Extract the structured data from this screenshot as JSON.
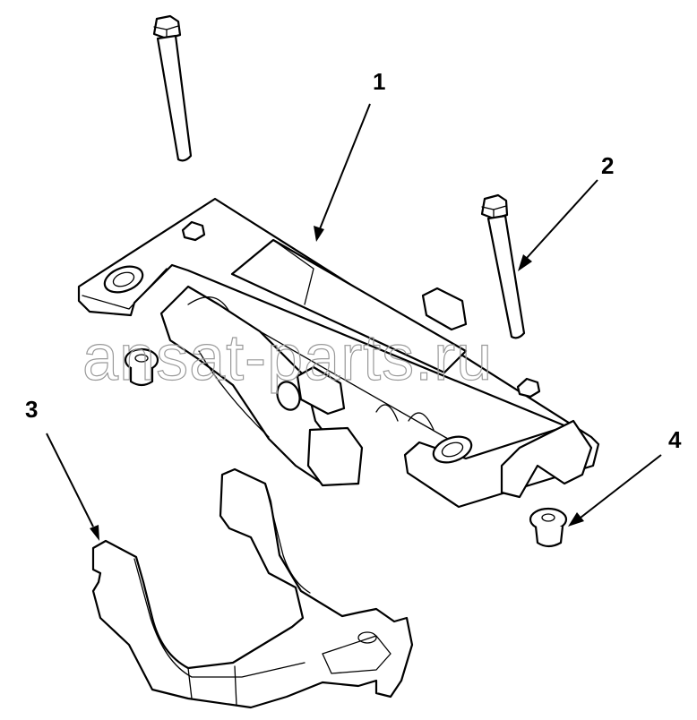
{
  "diagram": {
    "type": "exploded-parts-view",
    "background_color": "#ffffff",
    "line_color": "#000000",
    "watermark": {
      "text": "ansat-parts.ru",
      "color": "#9a9a9a"
    },
    "callouts": [
      {
        "number": "1",
        "part": "bracket-housing"
      },
      {
        "number": "2",
        "part": "hex-bolt"
      },
      {
        "number": "3",
        "part": "lower-clamp"
      },
      {
        "number": "4",
        "part": "flange-nut"
      }
    ],
    "parts": [
      {
        "id": "bolt-upper",
        "kind": "hex-bolt"
      },
      {
        "id": "bolt-right",
        "kind": "hex-bolt",
        "callout": "2"
      },
      {
        "id": "bracket",
        "kind": "bracket-housing",
        "callout": "1"
      },
      {
        "id": "nut-left",
        "kind": "flange-nut"
      },
      {
        "id": "nut-right",
        "kind": "flange-nut",
        "callout": "4"
      },
      {
        "id": "clamp",
        "kind": "lower-clamp",
        "callout": "3"
      }
    ]
  }
}
